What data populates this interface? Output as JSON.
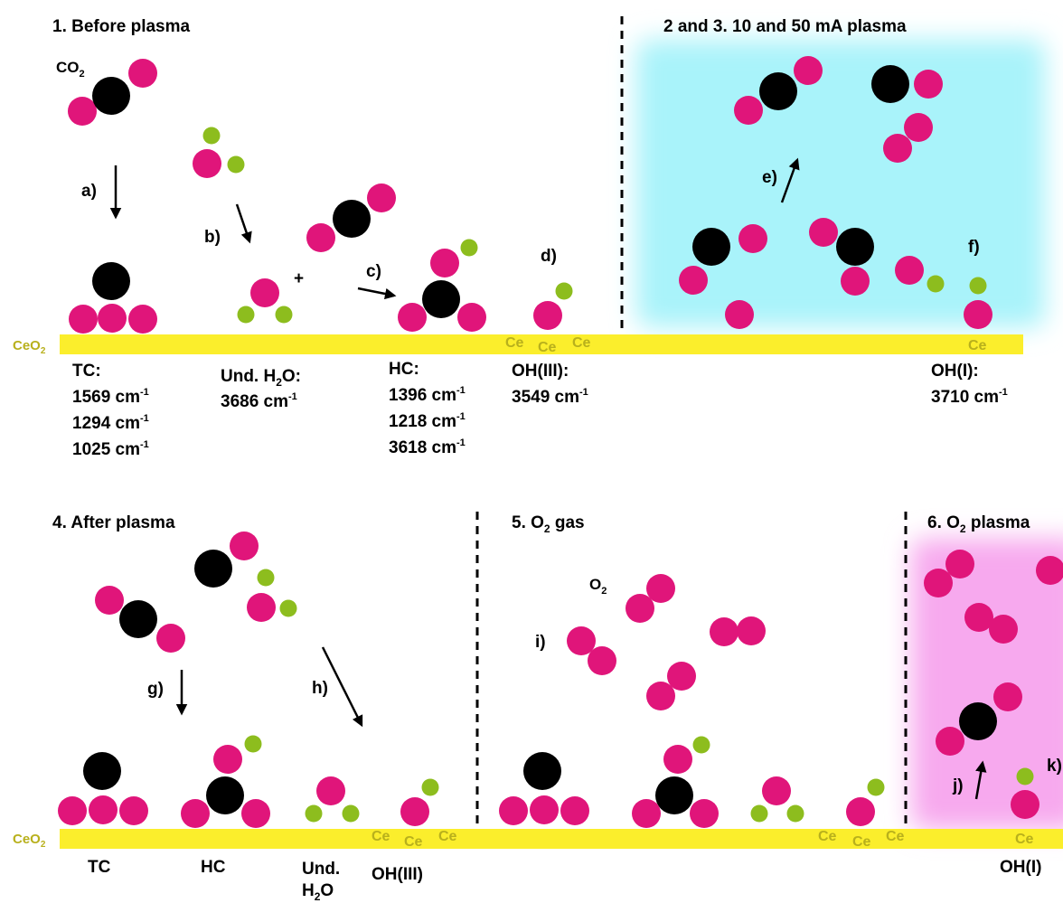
{
  "colors": {
    "oxygen": "#e0157a",
    "carbon": "#000000",
    "hydrogen": "#8dbd1e",
    "surface": "#fbee2c",
    "ce_text": "#b8b01c",
    "plasma_ar": "#a9f3fa",
    "plasma_o2": "#f7a9ee"
  },
  "panels": {
    "p1": "1. Before plasma",
    "p23": "2 and 3. 10 and 50 mA plasma",
    "p4": "4. After plasma",
    "p5": {
      "pre": "5. O",
      "sub": "2",
      "post": " gas"
    },
    "p6": {
      "pre": "6. O",
      "sub": "2",
      "post": " plasma"
    }
  },
  "molecule_labels": {
    "co2": {
      "main": "CO",
      "sub": "2"
    },
    "o2": {
      "main": "O",
      "sub": "2"
    }
  },
  "surface_label": {
    "main": "CeO",
    "sub": "2"
  },
  "ce": "Ce",
  "plus": "+",
  "steps": {
    "a": "a)",
    "b": "b)",
    "c": "c)",
    "d": "d)",
    "e": "e)",
    "f": "f)",
    "g": "g)",
    "h": "h)",
    "i": "i)",
    "j": "j)",
    "k": "k)"
  },
  "top_assignments": {
    "tc": {
      "title": "TC:",
      "lines": [
        "1569 cm",
        "1294 cm",
        "1025 cm"
      ]
    },
    "und": {
      "title_pre": "Und. H",
      "title_sub": "2",
      "title_post": "O:",
      "lines": [
        "3686 cm"
      ]
    },
    "hc": {
      "title": "HC:",
      "lines": [
        "1396 cm",
        "1218 cm",
        "3618 cm"
      ]
    },
    "oh3": {
      "title": "OH(III):",
      "lines": [
        "3549 cm"
      ]
    },
    "oh1": {
      "title": "OH(I):",
      "lines": [
        "3710 cm"
      ]
    },
    "unit_sup": "-1"
  },
  "bottom_labels": {
    "tc": "TC",
    "hc": "HC",
    "und_line1": "Und.",
    "und_line2": {
      "main": "H",
      "sub": "2",
      "post": "O"
    },
    "oh3": "OH(III)",
    "oh1": "OH(I)"
  }
}
